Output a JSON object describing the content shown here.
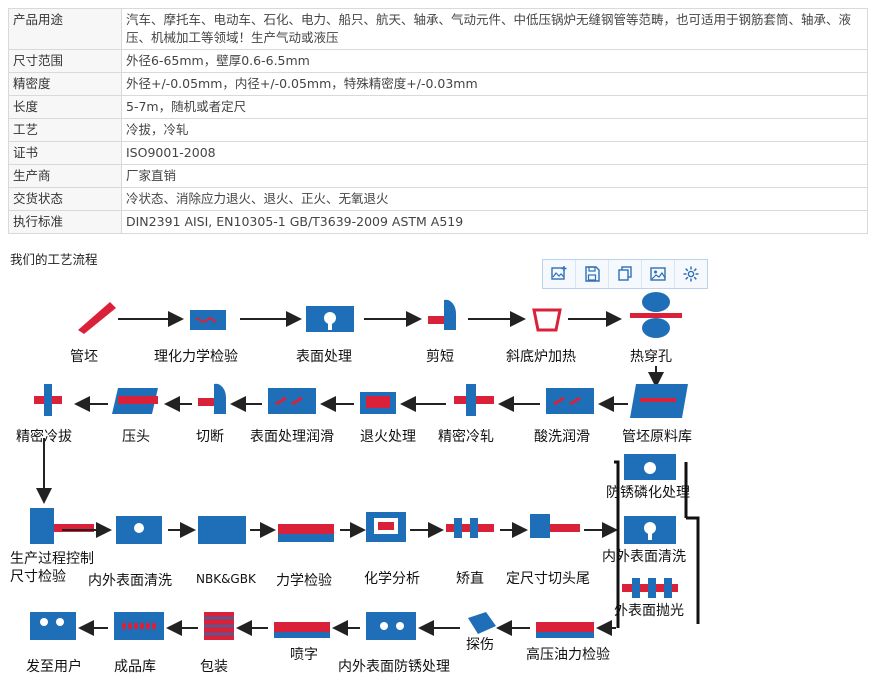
{
  "spec_table": [
    {
      "key": "产品用途",
      "value": "汽车、摩托车、电动车、石化、电力、船只、航天、轴承、气动元件、中低压锅炉无缝钢管等范畴，也可适用于钢筋套筒、轴承、液压、机械加工等领域！生产气动或液压"
    },
    {
      "key": "尺寸范围",
      "value": "外径6-65mm，壁厚0.6-6.5mm"
    },
    {
      "key": "精密度",
      "value": "外径+/-0.05mm，内径+/-0.05mm，特殊精密度+/-0.03mm"
    },
    {
      "key": "长度",
      "value": "5-7m，随机或者定尺"
    },
    {
      "key": "工艺",
      "value": "冷拔，冷轧"
    },
    {
      "key": "证书",
      "value": "ISO9001-2008"
    },
    {
      "key": "生产商",
      "value": "厂家直销"
    },
    {
      "key": "交货状态",
      "value": "冷状态、消除应力退火、退火、正火、无氧退火"
    },
    {
      "key": "执行标准",
      "value": "DIN2391 AISI, EN10305-1 GB/T3639-2009 ASTM A519"
    }
  ],
  "section_title": "我们的工艺流程",
  "toolbar_icons": [
    "image-add-icon",
    "save-icon",
    "copy-icon",
    "image-icon",
    "settings-icon"
  ],
  "colors": {
    "blue": "#1f6fb8",
    "red": "#d9223a",
    "toolbar_border": "#b9d3ec"
  },
  "flow": {
    "row1": [
      "管坯",
      "理化力学检验",
      "表面处理",
      "剪短",
      "斜底炉加热",
      "热穿孔"
    ],
    "row2": [
      "精密冷拔",
      "压头",
      "切断",
      "表面处理润滑",
      "退火处理",
      "精密冷轧",
      "酸洗润滑",
      "管坯原料库"
    ],
    "row3": [
      "生产过程控制",
      "尺寸检验",
      "内外表面清洗",
      "NBK&GBK",
      "力学检验",
      "化学分析",
      "矫直",
      "定尺寸切头尾"
    ],
    "side": [
      "防锈磷化处理",
      "内外表面清洗",
      "外表面抛光"
    ],
    "row4": [
      "发至用户",
      "成品库",
      "包装",
      "喷字",
      "内外表面防锈处理",
      "探伤",
      "高压油力检验"
    ]
  }
}
